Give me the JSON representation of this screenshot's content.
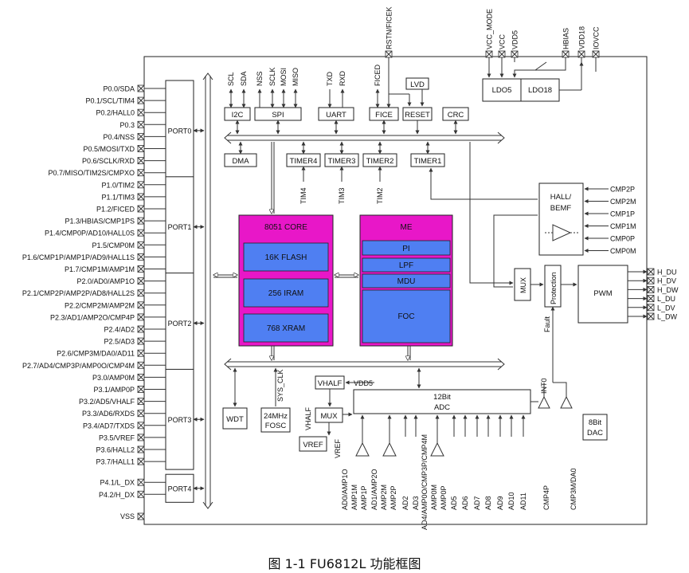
{
  "figure": {
    "caption": "图 1-1 FU6812L 功能框图"
  },
  "left_pins": [
    "P0.0/SDA",
    "P0.1/SCL/TIM4",
    "P0.2/HALL0",
    "P0.3",
    "P0.4/NSS",
    "P0.5/MOSI/TXD",
    "P0.6/SCLK/RXD",
    "P0.7/MISO/TIM2S/CMPXO",
    "P1.0/TIM2",
    "P1.1/TIM3",
    "P1.2/FICED",
    "P1.3/HBIAS/CMP1PS",
    "P1.4/CMP0P/AD10/HALL0S",
    "P1.5/CMP0M",
    "P1.6/CMP1P/AMP1P/AD9/HALL1S",
    "P1.7/CMP1M/AMP1M",
    "P2.0/AD0/AMP1O",
    "P2.1/CMP2P/AMP2P/AD8/HALL2S",
    "P2.2/CMP2M/AMP2M",
    "P2.3/AD1/AMP2O/CMP4P",
    "P2.4/AD2",
    "P2.5/AD3",
    "P2.6/CMP3M/DA0/AD11",
    "P2.7/AD4/CMP3P/AMP0O/CMP4M",
    "P3.0/AMP0M",
    "P3.1/AMP0P",
    "P3.2/AD5/VHALF",
    "P3.3/AD6/RXDS",
    "P3.4/AD7/TXDS",
    "P3.5/VREF",
    "P3.6/HALL2",
    "P3.7/HALL1",
    "P4.1/L_DX",
    "P4.2/H_DX"
  ],
  "vss_label": "VSS",
  "ports": [
    "PORT0",
    "PORT1",
    "PORT2",
    "PORT3",
    "PORT4"
  ],
  "top_pins": [
    "RSTN/FICEK",
    "VCC_MODE",
    "VCC",
    "VDD5",
    "HBIAS",
    "VDD18",
    "IOVCC"
  ],
  "right_in_pins": [
    "CMP2P",
    "CMP2M",
    "CMP1P",
    "CMP1M",
    "CMP0P",
    "CMP0M"
  ],
  "right_out_pins": [
    "H_DU",
    "H_DV",
    "H_DW",
    "L_DU",
    "L_DV",
    "L_DW"
  ],
  "peripherals": {
    "i2c": "I2C",
    "spi": "SPI",
    "uart": "UART",
    "fice": "FICE",
    "reset": "RESET",
    "lvd": "LVD",
    "crc": "CRC",
    "dma": "DMA",
    "timer4": "TIMER4",
    "timer3": "TIMER3",
    "timer2": "TIMER2",
    "timer1": "TIMER1",
    "ldo5": "LDO5",
    "ldo18": "LDO18",
    "hall_bemf": [
      "HALL/",
      "BEMF"
    ],
    "mux": "MUX",
    "protection": "Protection",
    "pwm": "PWM",
    "wdt": "WDT",
    "fosc": [
      "24MHz",
      "FOSC"
    ],
    "vref": "VREF",
    "vhalf": "VHALF",
    "adc": [
      "12Bit",
      "ADC"
    ],
    "dac": [
      "8Bit",
      "DAC"
    ],
    "fault": "Fault"
  },
  "signal_labels": {
    "i2c": [
      "SCL",
      "SDA"
    ],
    "spi": [
      "NSS",
      "SCLK",
      "MOSI",
      "MISO"
    ],
    "uart": [
      "TXD",
      "RXD"
    ],
    "fice": "FICED",
    "timers": [
      "TIM4",
      "TIM3",
      "TIM2"
    ],
    "sys_clk": "SYS_CLK",
    "vdd5": "VDD5",
    "int0": "INT0",
    "vhalf_v": "VHALF",
    "vref_v": "VREF"
  },
  "core": {
    "title": "8051 CORE",
    "blocks": [
      "16K FLASH",
      "256 IRAM",
      "768 XRAM"
    ],
    "accent": "#e817c8",
    "block_color": "#4f7ff2"
  },
  "me": {
    "title": "ME",
    "blocks": [
      "PI",
      "LPF",
      "MDU",
      "FOC"
    ]
  },
  "adc_inputs": [
    "AD0/AMP1O",
    "AMP1M",
    "AMP1P",
    "AD1/AMP2O",
    "AMP2M",
    "AMP2P",
    "AD2",
    "AD3",
    "AD4/AMP0O/CMP3P/CMP4M",
    "AMP0M",
    "AMP0P",
    "AD5",
    "AD6",
    "AD7",
    "AD8",
    "AD9",
    "AD10",
    "AD11",
    "CMP4P",
    "CMP3M/DA0"
  ]
}
